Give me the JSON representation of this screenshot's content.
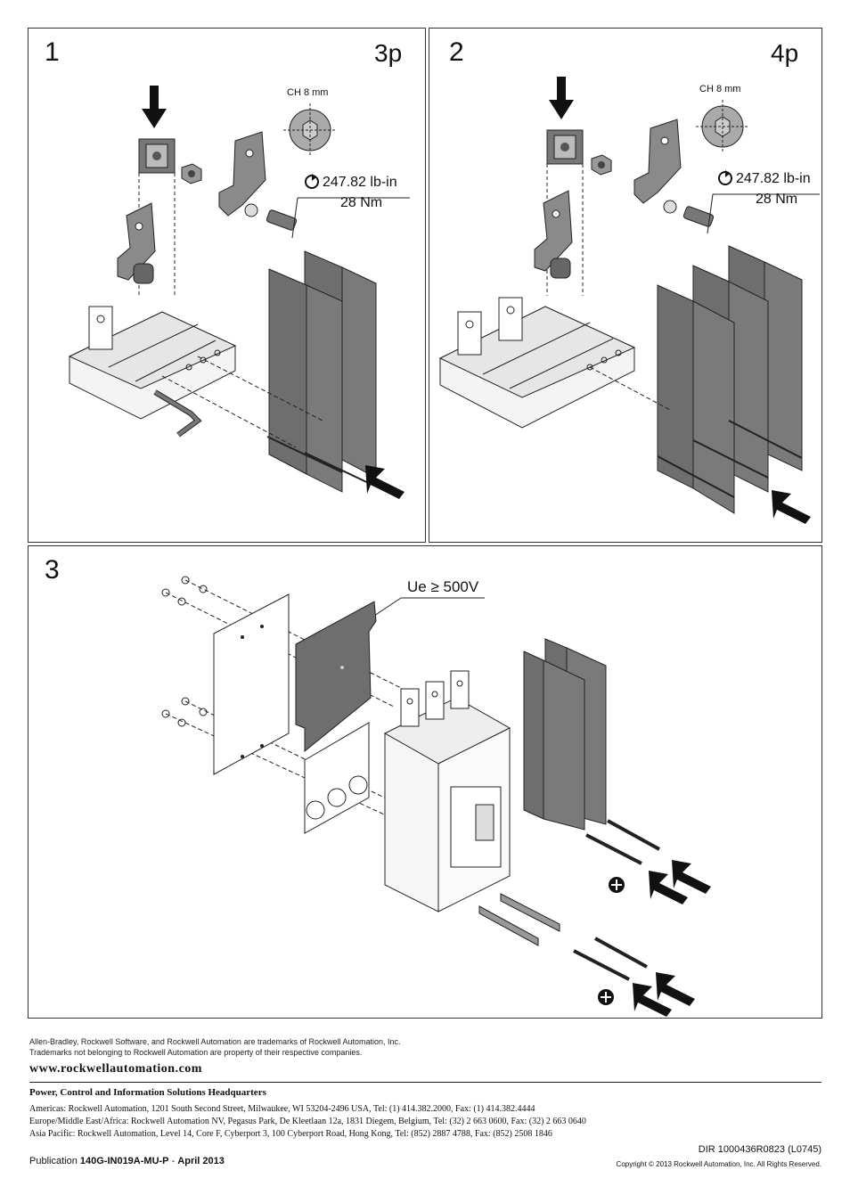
{
  "panels": {
    "p1": {
      "number": "1",
      "poles": "3p",
      "hex_label": "CH 8 mm",
      "torque_lbin": "247.82 lb-in",
      "torque_nm": "28 Nm"
    },
    "p2": {
      "number": "2",
      "poles": "4p",
      "hex_label": "CH 8 mm",
      "torque_lbin": "247.82 lb-in",
      "torque_nm": "28 Nm"
    },
    "p3": {
      "number": "3",
      "voltage_label": "Ue ≥ 500V"
    }
  },
  "icons": {
    "torque": "torque-wrench-icon",
    "screwdriver": "phillips-screwdriver-icon",
    "arrow": "insert-arrow-icon"
  },
  "colors": {
    "part_gray": "#8a8a8a",
    "line": "#222222"
  },
  "footer": {
    "trademark_1": "Allen-Bradley, Rockwell Software, and Rockwell Automation are trademarks of Rockwell Automation, Inc.",
    "trademark_2": "Trademarks not belonging to Rockwell Automation are property of their respective companies.",
    "website": "www.rockwellautomation.com",
    "hq_title": "Power, Control and Information Solutions Headquarters",
    "americas": "Americas: Rockwell Automation, 1201 South Second Street, Milwaukee, WI 53204-2496 USA, Tel: (1) 414.382.2000, Fax: (1) 414.382.4444",
    "emea": "Europe/Middle East/Africa: Rockwell Automation NV, Pegasus Park, De Kleetlaan 12a, 1831 Diegem, Belgium, Tel: (32) 2 663 0600, Fax: (32) 2 663 0640",
    "asia": "Asia Pacific: Rockwell Automation, Level 14, Core F, Cyberport 3, 100 Cyberport Road, Hong Kong, Tel: (852) 2887 4788, Fax: (852) 2508 1846",
    "publication_prefix": "Publication ",
    "publication_number": "140G-IN019A-MU-P",
    "publication_sep": " - ",
    "publication_date": "April 2013",
    "dir": "DIR 1000436R0823 (L0745)",
    "copyright": "Copyright © 2013 Rockwell Automation, Inc. All Rights Reserved."
  }
}
